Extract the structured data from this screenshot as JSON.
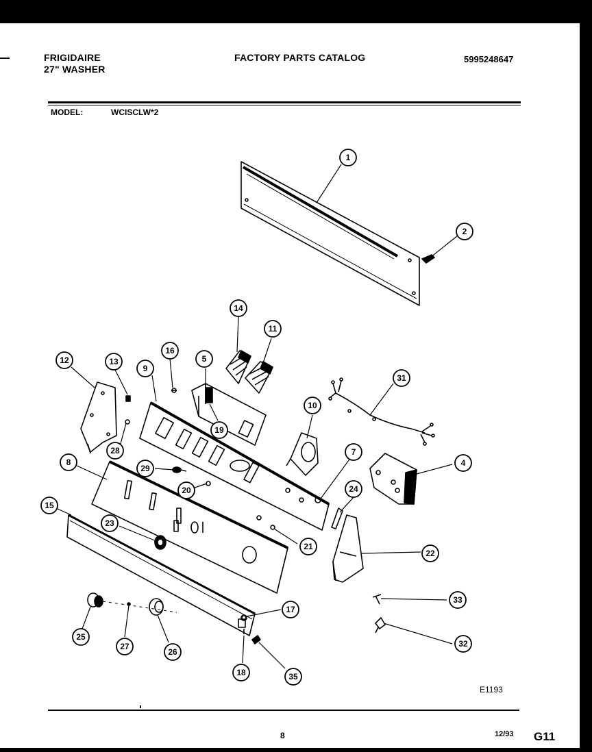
{
  "header": {
    "brand": "FRIGIDAIRE",
    "product": "27\" WASHER",
    "catalog_title": "FACTORY PARTS CATALOG",
    "part_number": "5995248647"
  },
  "model": {
    "label": "MODEL:",
    "value": "WCISCLW*2"
  },
  "diagram": {
    "code": "E1193",
    "callouts": [
      "1",
      "2",
      "4",
      "5",
      "7",
      "8",
      "9",
      "10",
      "11",
      "12",
      "13",
      "14",
      "15",
      "16",
      "17",
      "18",
      "19",
      "20",
      "21",
      "22",
      "23",
      "24",
      "25",
      "26",
      "27",
      "28",
      "29",
      "31",
      "32",
      "33",
      "35"
    ]
  },
  "footer": {
    "page_number": "8",
    "date": "12/93",
    "section_code": "G11"
  }
}
